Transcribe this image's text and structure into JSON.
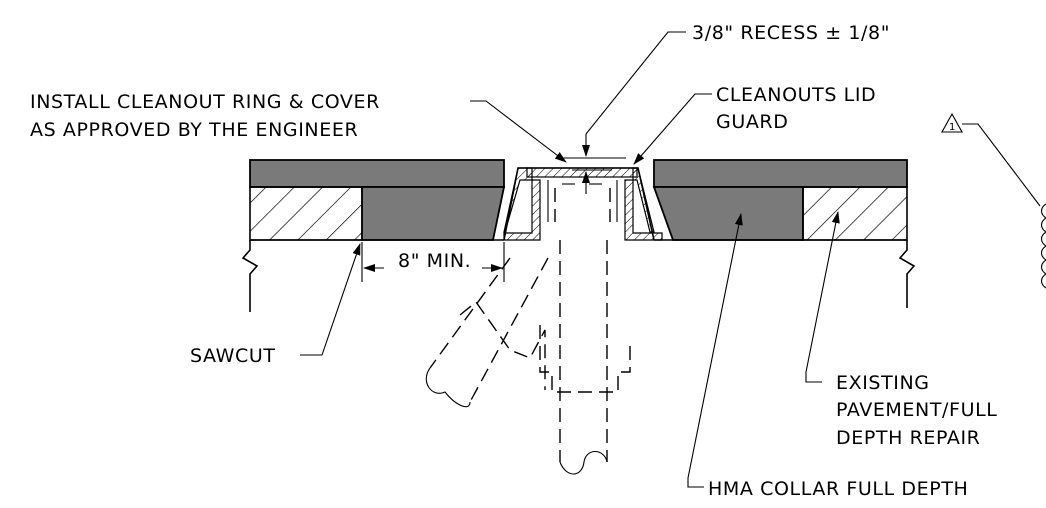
{
  "labels": {
    "recess": "3/8\" RECESS ± 1/8\"",
    "install_line1": "INSTALL CLEANOUT RING & COVER",
    "install_line2": "AS APPROVED BY THE ENGINEER",
    "lid_line1": "CLEANOUTS LID",
    "lid_line2": "GUARD",
    "revision": "1",
    "sawcut": "SAWCUT",
    "min_dim": "8\" MIN.",
    "existing_line1": "EXISTING",
    "existing_line2": "PAVEMENT/FULL",
    "existing_line3": "DEPTH REPAIR",
    "hma": "HMA COLLAR FULL DEPTH"
  },
  "colors": {
    "asphalt": "#7a7a7a",
    "line": "#000000",
    "background": "#ffffff"
  }
}
